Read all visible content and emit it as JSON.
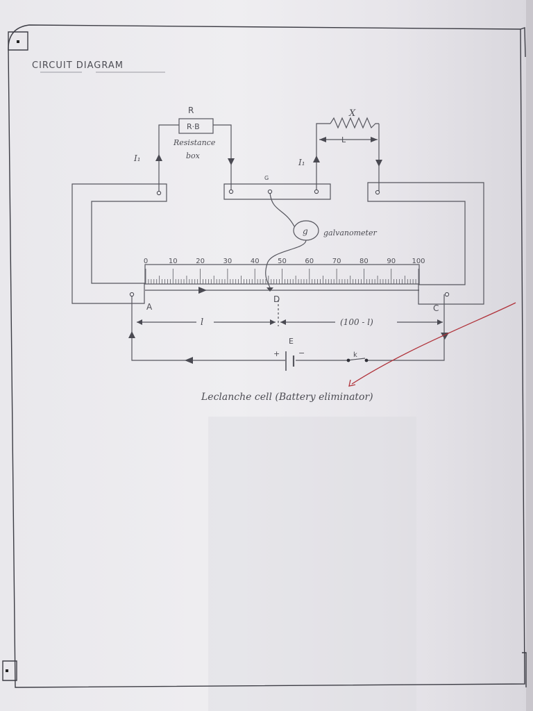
{
  "heading": "CIRCUIT DIAGRAM",
  "resistance_box": {
    "symbol": "R",
    "box_label": "R·B",
    "caption_line1": "Resistance",
    "caption_line2": "box",
    "current_label": "I₁"
  },
  "unknown_resistor": {
    "symbol": "X",
    "length_label": "L",
    "current_label": "I₁"
  },
  "galvanometer": {
    "symbol": "G",
    "dial_label": "g",
    "caption": "galvanometer"
  },
  "meter_bridge": {
    "scale_numbers": [
      "0",
      "10",
      "20",
      "30",
      "40",
      "50",
      "60",
      "70",
      "80",
      "90",
      "100"
    ],
    "point_a": "A",
    "point_c": "C",
    "point_d": "D",
    "left_length": "l",
    "right_length": "(100 - l)"
  },
  "battery_circuit": {
    "cell_label": "E",
    "plus": "+",
    "minus": "−",
    "key_label": "k",
    "caption": "Leclanche cell (Battery eliminator)"
  }
}
